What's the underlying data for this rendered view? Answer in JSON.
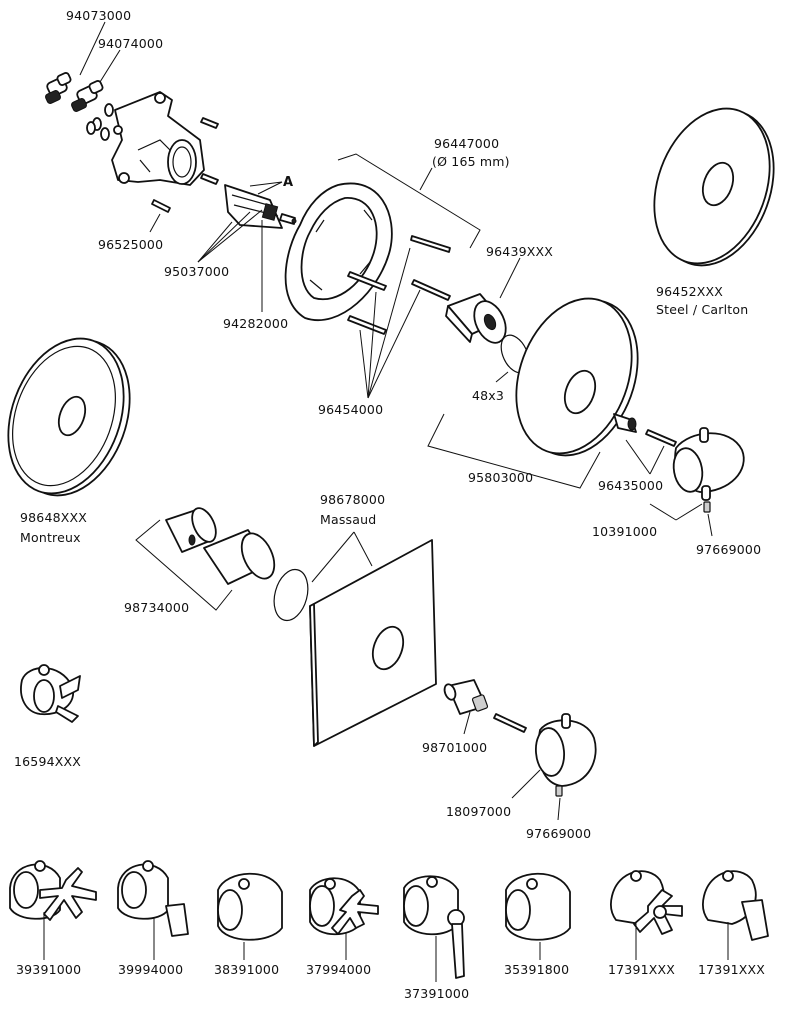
{
  "parts": {
    "p94073000": "94073000",
    "p94074000": "94074000",
    "p96525000": "96525000",
    "p95037000": "95037000",
    "p94282000": "94282000",
    "marker_a": "A",
    "p96447000": "96447000",
    "p96447000_note": "(Ø 165 mm)",
    "p96439xxx": "96439XXX",
    "p96454000": "96454000",
    "o_ring_48x3": "48x3",
    "p96452xxx": "96452XXX",
    "p96452xxx_note": "Steel / Carlton",
    "p98648xxx": "98648XXX",
    "p98648xxx_note": "Montreux",
    "p95803000": "95803000",
    "p96435000": "96435000",
    "p10391000": "10391000",
    "p97669000_a": "97669000",
    "p98678000": "98678000",
    "p98678000_note": "Massaud",
    "p98734000": "98734000",
    "p16594xxx": "16594XXX",
    "p98701000": "98701000",
    "p18097000": "18097000",
    "p97669000_b": "97669000"
  },
  "handles": [
    "39391000",
    "39994000",
    "38391000",
    "37994000",
    "37391000",
    "35391800",
    "17391XXX",
    "17391XXX"
  ]
}
